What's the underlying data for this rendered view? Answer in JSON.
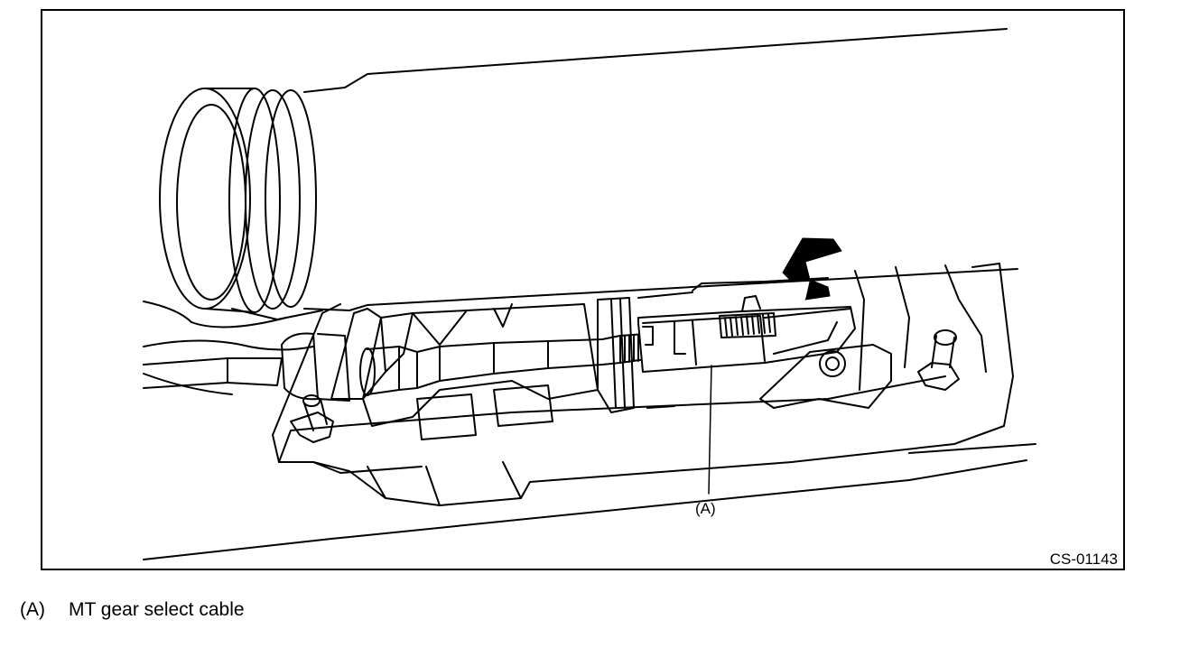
{
  "figure": {
    "callout_label": "(A)",
    "figure_code": "CS-01143",
    "arrow_direction": "up",
    "line_color": "#000000",
    "background_color": "#ffffff"
  },
  "legend": {
    "items": [
      {
        "key": "(A)",
        "description": "MT gear select cable"
      }
    ]
  }
}
